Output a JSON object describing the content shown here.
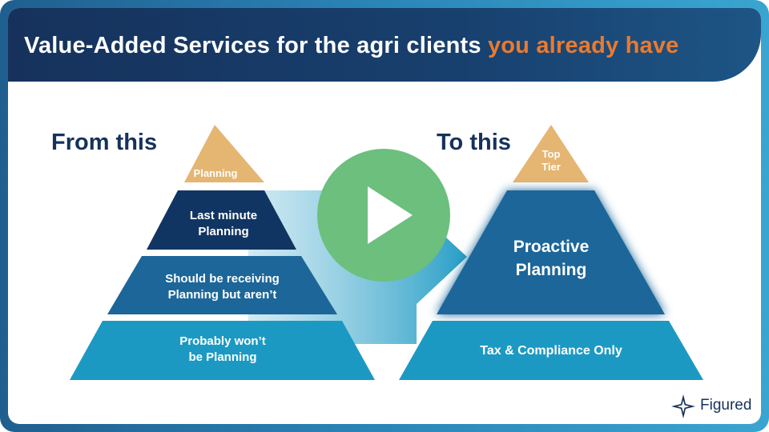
{
  "title": {
    "main": "Value-Added Services for the agri clients ",
    "accent": "you already have"
  },
  "left_pyramid": {
    "heading": "From this",
    "tiers": [
      {
        "line1": "Planning",
        "line2": ""
      },
      {
        "line1": "Last minute",
        "line2": "Planning"
      },
      {
        "line1": "Should be receiving",
        "line2": "Planning but aren’t"
      },
      {
        "line1": "Probably won’t",
        "line2": "be Planning"
      }
    ]
  },
  "right_pyramid": {
    "heading": "To this",
    "tiers": [
      {
        "line1": "Top",
        "line2": "Tier"
      },
      {
        "line1": "Proactive",
        "line2": "Planning"
      },
      {
        "line1": "Tax & Compliance Only",
        "line2": ""
      }
    ]
  },
  "logo": {
    "text": "Figured"
  },
  "colors": {
    "navy": "#16325c",
    "gold": "#e5b572",
    "mid_blue": "#1d6699",
    "light_blue": "#1c99c3",
    "dark_blue": "#113562",
    "accent_orange": "#ec7a2d",
    "play_green": "#6cbf7d"
  }
}
